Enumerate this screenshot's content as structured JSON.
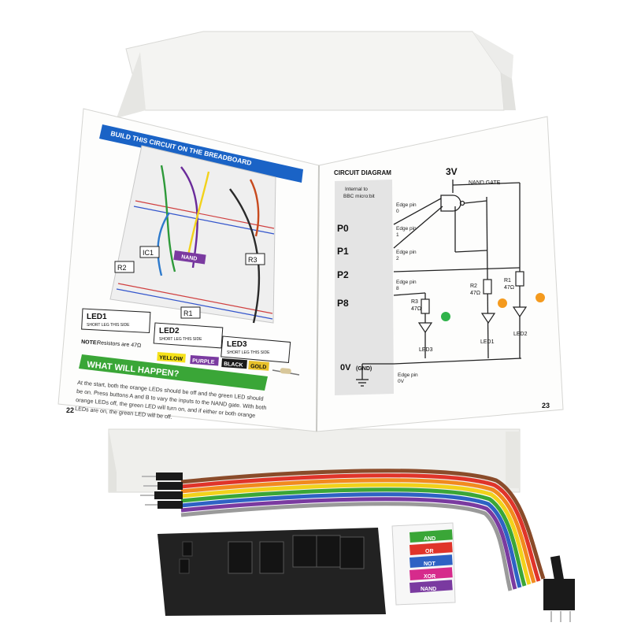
{
  "left_page": {
    "header": "BUILD THIS CIRCUIT ON THE BREADBOARD",
    "labels": {
      "ic1": "IC1",
      "nand": "NAND",
      "r1": "R1",
      "r2": "R2",
      "r3": "R3"
    },
    "led1": "LED1",
    "led2": "LED2",
    "led3": "LED3",
    "short_leg": "SHORT LEG THIS SIDE",
    "note_label": "NOTE:",
    "note_text": "Resistors are 47Ω",
    "bands": [
      "YELLOW",
      "PURPLE",
      "BLACK",
      "GOLD"
    ],
    "what_header": "WHAT WILL HAPPEN?",
    "body_lines": [
      "At the start, both the orange LEDs should be off and the green LED should",
      "be on. Press buttons A and B to vary the inputs to the NAND gate. With both",
      "orange LEDs off, the green LED will turn on, and if either or both orange",
      "LEDs are on, the green LED will be off."
    ],
    "page_number": "22"
  },
  "right_page": {
    "title": "CIRCUIT DIAGRAM",
    "internal_line1": "Internal to",
    "internal_line2": "BBC micro:bit",
    "voltage": "3V",
    "gate_label": "NAND GATE",
    "pins": [
      {
        "name": "P0",
        "edge": "Edge pin",
        "num": "0"
      },
      {
        "name": "P1",
        "edge": "Edge pin",
        "num": "1"
      },
      {
        "name": "P2",
        "edge": "Edge pin",
        "num": "2"
      },
      {
        "name": "P8",
        "edge": "Edge pin",
        "num": "8"
      }
    ],
    "r3": "R3",
    "r3_val": "47Ω",
    "r2": "R2",
    "r2_val": "47Ω",
    "r1": "R1",
    "r1_val": "47Ω",
    "led3": "LED3",
    "led1": "LED1",
    "led2": "LED2",
    "ground": "0V",
    "ground_suffix": "(GND)",
    "ground_edge": "Edge pin",
    "ground_num": "0V",
    "page_number": "23"
  },
  "gate_card": [
    "AND",
    "OR",
    "NOT",
    "XOR",
    "NAND"
  ],
  "colors": {
    "blue_header": "#1a63c6",
    "green_header": "#3aa637",
    "led_green": "#2fb34a",
    "led_orange": "#f49a1e",
    "nand_purple": "#7a3aa0"
  }
}
